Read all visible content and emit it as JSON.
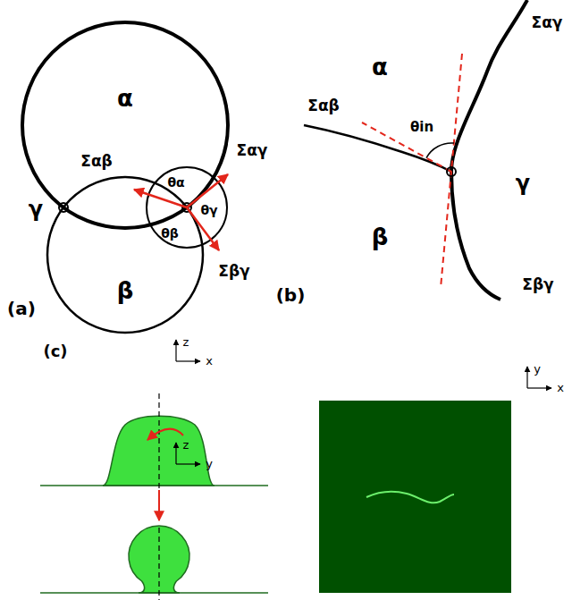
{
  "diagram": {
    "labels": [
      "α",
      "γ",
      "Σαβ",
      "θα",
      "Σαγ",
      "θγ",
      "θβ",
      "Σβγ",
      "β",
      "(a)",
      "α",
      "Σαβ",
      "θin",
      "Σαγ",
      "γ",
      "β",
      "Σβγ",
      "(b)",
      "(c)",
      "z",
      "x",
      "z",
      "y",
      "y",
      "x"
    ]
  }
}
